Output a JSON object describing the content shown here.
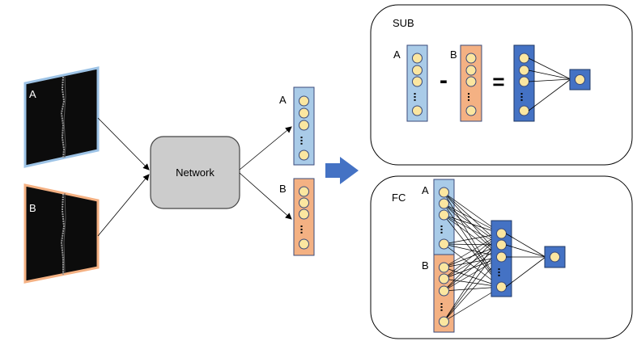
{
  "input_a_label": "A",
  "input_b_label": "B",
  "network_label": "Network",
  "feat_a_label": "A",
  "feat_b_label": "B",
  "sub_panel": {
    "title": "SUB",
    "a_label": "A",
    "b_label": "B",
    "minus_symbol": "-",
    "equals_symbol": "="
  },
  "fc_panel": {
    "title": "FC",
    "a_label": "A",
    "b_label": "B"
  },
  "colors": {
    "vector_a": "#a9cbe8",
    "vector_b": "#f4b183",
    "hidden_layer": "#4472c4",
    "node": "#fbe6a0",
    "network_box": "#cccccc",
    "arrow": "#4472c4",
    "image_border_a": "#9dc3e6",
    "image_border_b": "#f4b183"
  }
}
